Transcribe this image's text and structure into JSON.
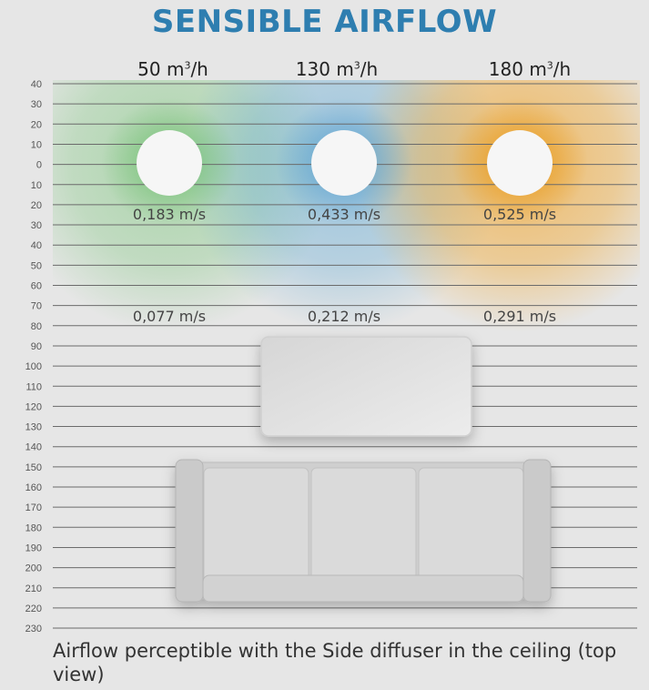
{
  "title": "SENSIBLE AIRFLOW",
  "flow_rates": [
    {
      "value": "50 m",
      "exp": "3",
      "unit": "/h",
      "color": "#7cc67c"
    },
    {
      "value": "130 m",
      "exp": "3",
      "unit": "/h",
      "color": "#6aaed6"
    },
    {
      "value": "180 m",
      "exp": "3",
      "unit": "/h",
      "color": "#f0a93a"
    }
  ],
  "near_speeds": [
    "0,183 m/s",
    "0,433 m/s",
    "0,525 m/s"
  ],
  "far_speeds": [
    "0,077 m/s",
    "0,212 m/s",
    "0,291 m/s"
  ],
  "y_ticks": [
    "40",
    "30",
    "20",
    "10",
    "0",
    "10",
    "20",
    "30",
    "40",
    "50",
    "60",
    "70",
    "80",
    "90",
    "100",
    "110",
    "120",
    "130",
    "140",
    "150",
    "160",
    "170",
    "180",
    "190",
    "200",
    "210",
    "220",
    "230"
  ],
  "caption": "Airflow perceptible with the Side diffuser in the ceiling (top view)"
}
